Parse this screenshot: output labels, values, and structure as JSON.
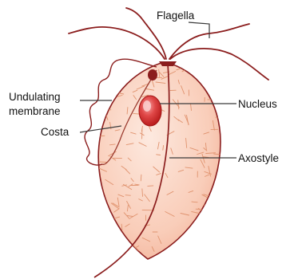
{
  "diagram": {
    "labels": {
      "flagella": "Flagella",
      "undulating_membrane_line1": "Undulating",
      "undulating_membrane_line2": "membrane",
      "costa": "Costa",
      "nucleus": "Nucleus",
      "axostyle": "Axostyle"
    },
    "colors": {
      "body_fill_light": "#fde3d6",
      "body_fill_mid": "#f7bfa8",
      "body_outline": "#8b1d1d",
      "fibrils": "#e0936f",
      "nucleus_outer": "#c81e1e",
      "nucleus_inner": "#f07a7a",
      "flagella": "#8b1d1d",
      "leader_lines": "#3a3a3a"
    }
  }
}
